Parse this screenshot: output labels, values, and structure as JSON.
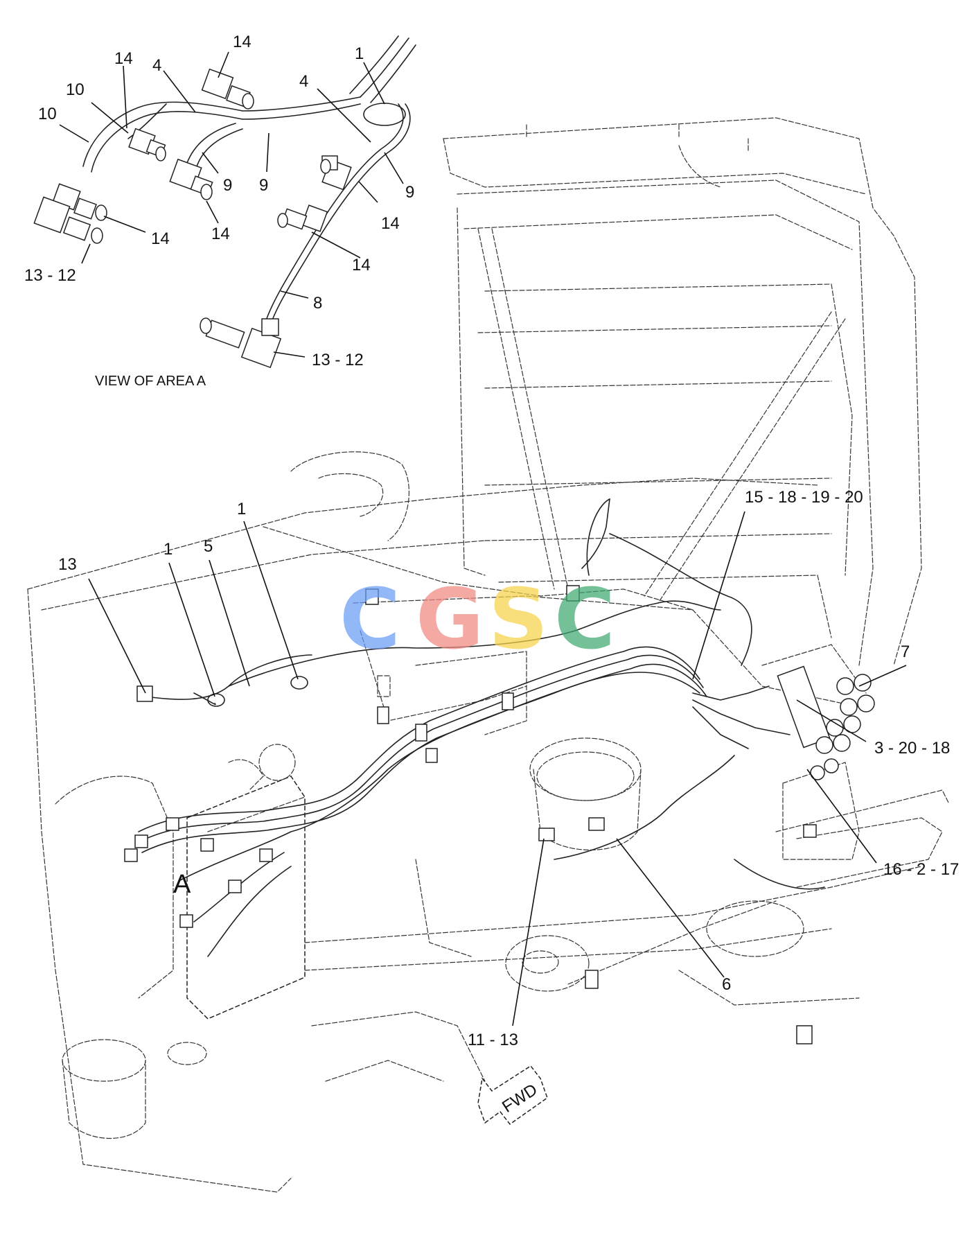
{
  "watermark": {
    "letters": [
      {
        "char": "C",
        "color": "#6a9df5"
      },
      {
        "char": "G",
        "color": "#f08a80"
      },
      {
        "char": "S",
        "color": "#f7d24a"
      },
      {
        "char": "C",
        "color": "#3fa870"
      }
    ]
  },
  "caption": "VIEW OF AREA A",
  "area_marker": "A",
  "fwd_label": "FWD",
  "callouts": {
    "c_14_a": "14",
    "c_14_b": "14",
    "c_4_a": "4",
    "c_10_a": "10",
    "c_10_b": "10",
    "c_1_top": "1",
    "c_4_b": "4",
    "c_9_a": "9",
    "c_9_b": "9",
    "c_9_c": "9",
    "c_14_c": "14",
    "c_14_d": "14",
    "c_14_e": "14",
    "c_14_f": "14",
    "c_13_12_a": "13 - 12",
    "c_8": "8",
    "c_13_12_b": "13 - 12",
    "c_15_18_19_20": "15 - 18 - 19 - 20",
    "c_7": "7",
    "c_13": "13",
    "c_1_b": "1",
    "c_5": "5",
    "c_1_c": "1",
    "c_3_20_18": "3 - 20 - 18",
    "c_16_2_17": "16 - 2 - 17",
    "c_6": "6",
    "c_11_13": "11 - 13"
  }
}
